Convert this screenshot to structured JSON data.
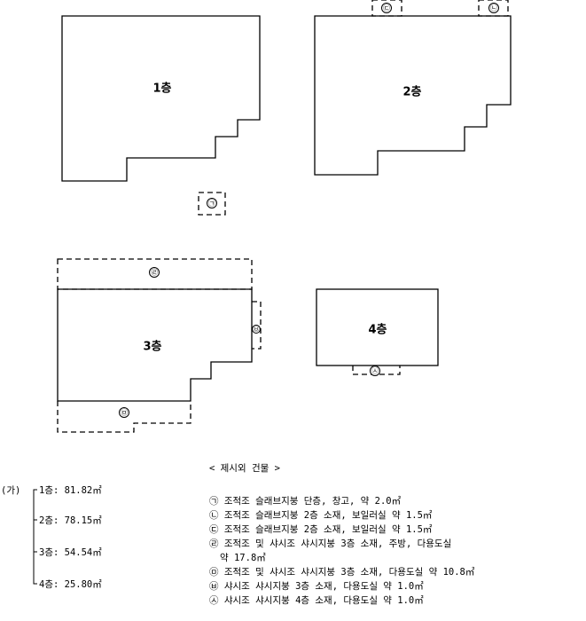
{
  "floors": {
    "f1": "1층",
    "f2": "2층",
    "f3": "3층",
    "f4": "4층"
  },
  "markers": {
    "m1": "㉠",
    "m2": "㉡",
    "m3": "㉢",
    "m4": "㉣",
    "m5": "㉤",
    "m6": "㉥",
    "m7": "㉦"
  },
  "area_prefix": "(가)",
  "areas": [
    {
      "label": "1층: 81.82㎡"
    },
    {
      "label": "2층: 78.15㎡"
    },
    {
      "label": "3층: 54.54㎡"
    },
    {
      "label": "4층: 25.80㎡"
    }
  ],
  "notes_title": "< 제시외 건물 >",
  "notes": [
    "㉠ 조적조 슬래브지붕 단층, 창고, 약 2.0㎡",
    "㉡ 조적조 슬래브지붕 2층 소재, 보일러실 약 1.5㎡",
    "㉢ 조적조 슬래브지붕 2층 소재, 보일러실 약 1.5㎡",
    "㉣ 조적조 및 샤시조 샤시지붕 3층 소재, 주방, 다용도실",
    "약 17.8㎡",
    "㉤ 조적조 및 샤시조 샤시지붕 3층 소재, 다용도실 약 10.8㎡",
    "㉥ 샤시조 샤시지붕 3층 소재, 다용도실 약 1.0㎡",
    "㉦ 샤시조 샤시지붕 4층 소재, 다용도실 약 1.0㎡"
  ]
}
